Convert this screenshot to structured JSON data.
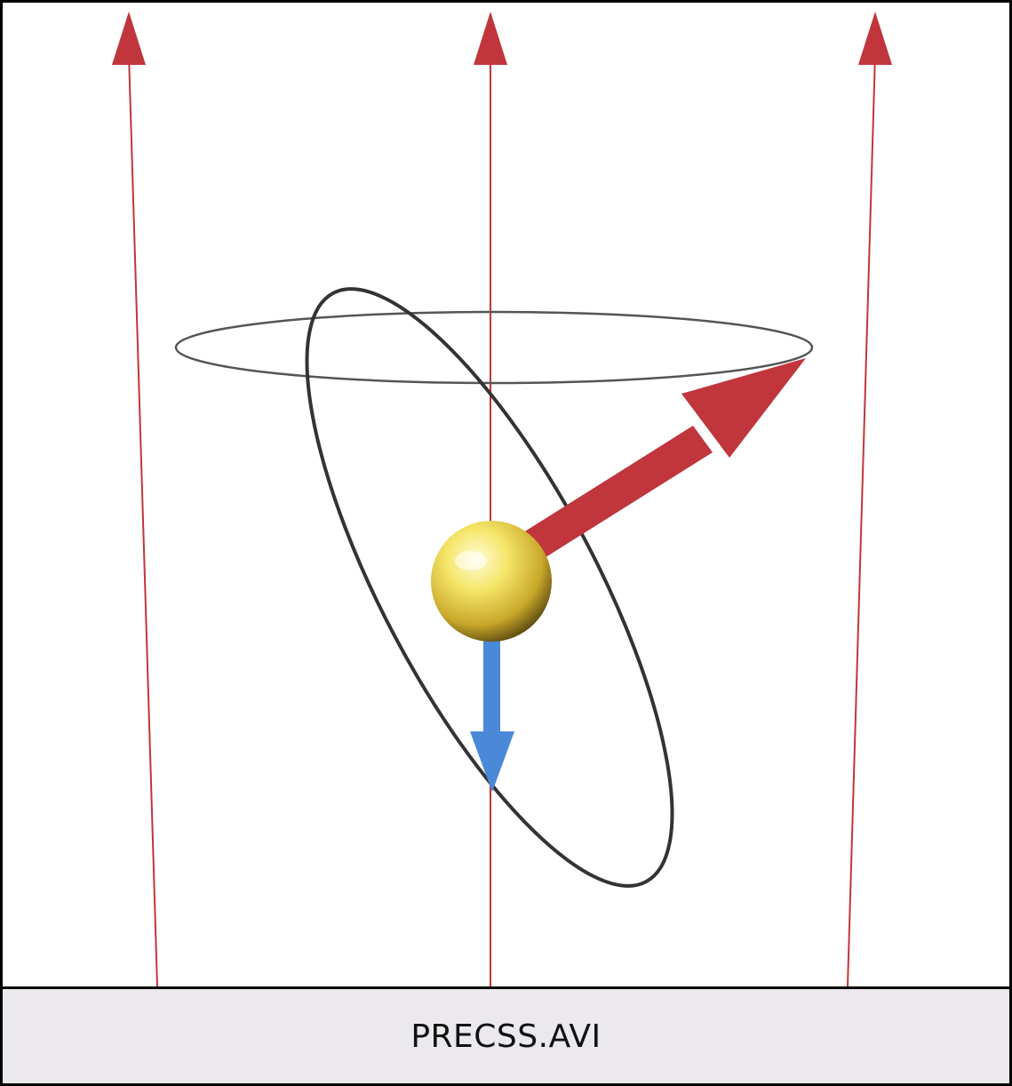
{
  "caption": {
    "filename": "PRECSS.AVI"
  },
  "colors": {
    "field_lines": "#c0363c",
    "magnetic_moment_arrow": "#c0363c",
    "small_arrow": "#4a88d8",
    "precession_cone_ellipse": "#555555",
    "orbit_ellipse": "#333333",
    "sphere": "#f2e060",
    "caption_background": "#ebe9ed"
  },
  "icons": {
    "sphere": "spin-particle-sphere",
    "field_line": "upward-arrow",
    "moment": "thick-diagonal-arrow",
    "down": "short-downward-arrow"
  }
}
